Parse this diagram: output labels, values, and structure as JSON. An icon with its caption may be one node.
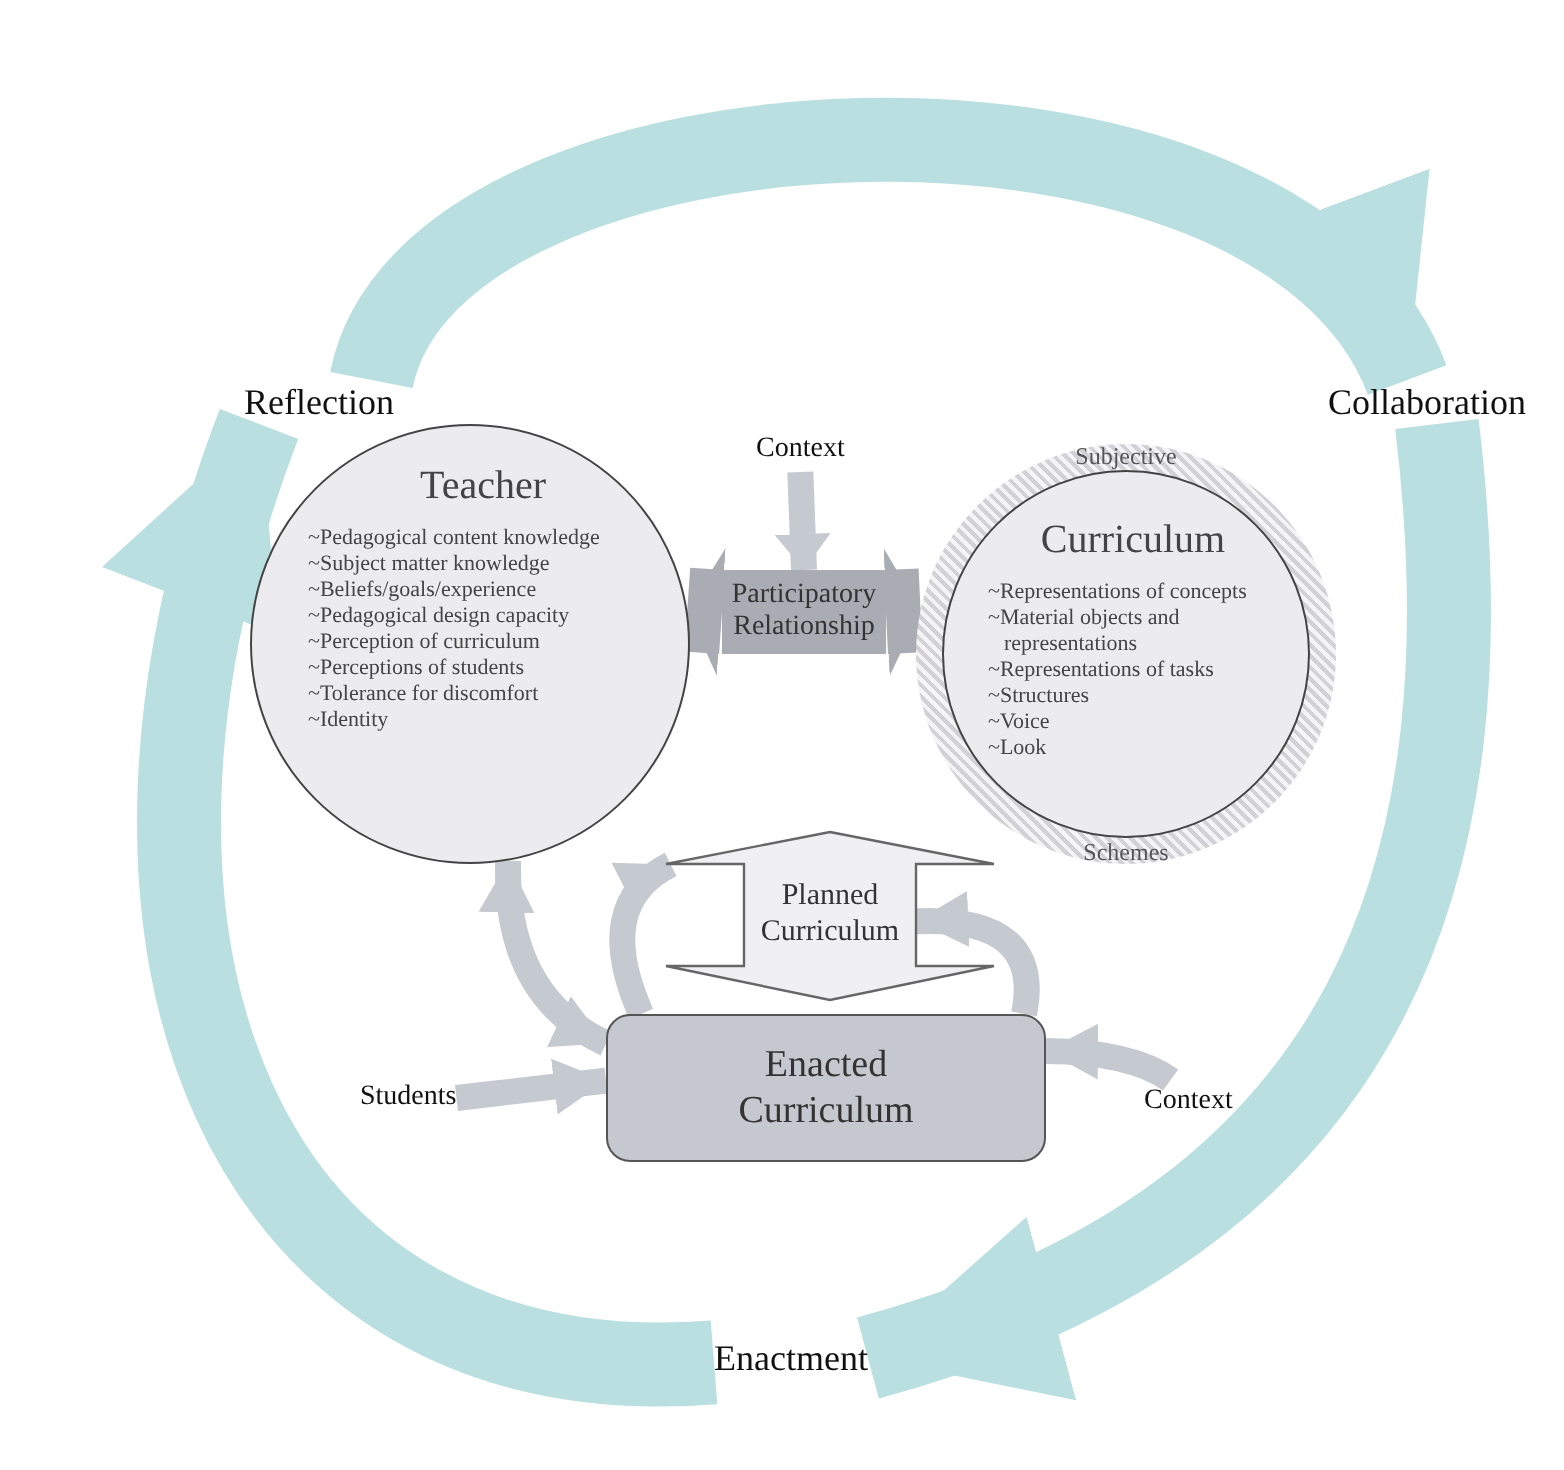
{
  "diagram": {
    "nodes": [
      {
        "text": [
          "Reflection"
        ]
      },
      {
        "text": [
          "Collaboration"
        ]
      },
      {
        "text": [
          "Enactment"
        ]
      },
      {
        "text": [
          "Teacher",
          "~Pedagogical content knowledge",
          "~Subject matter knowledge",
          "~Beliefs/goals/experience",
          "~Pedagogical design capacity",
          "~Perception of curriculum",
          "~Perceptions of students",
          "~Tolerance for discomfort",
          "~Identity"
        ]
      },
      {
        "text": [
          "Context"
        ]
      },
      {
        "text": [
          "Participatory Relationship"
        ]
      },
      {
        "text": [
          "Subjective",
          "Curriculum",
          "~Representations of concepts",
          "~Material objects and representations",
          "~Representations of tasks",
          "~Structures",
          "~Voice",
          "~Look",
          "Schemes"
        ]
      },
      {
        "text": [
          "Planned Curriculum"
        ]
      },
      {
        "text": [
          "Enacted Curriculum"
        ]
      },
      {
        "text": [
          "Students"
        ]
      },
      {
        "text": [
          "Context"
        ]
      }
    ],
    "edges": [
      {
        "from": 0,
        "to": 1,
        "arrow": "to",
        "style": "thick",
        "color": "#b9dfe0"
      },
      {
        "from": 1,
        "to": 2,
        "arrow": "to",
        "style": "thick",
        "color": "#b9dfe0"
      },
      {
        "from": 2,
        "to": 0,
        "arrow": "to",
        "style": "thick",
        "color": "#b9dfe0"
      },
      {
        "from": 4,
        "to": 5,
        "arrow": "to"
      },
      {
        "from": 5,
        "to": 3,
        "arrow": "to",
        "style": "thick",
        "color": "#a9acb2"
      },
      {
        "from": 5,
        "to": 6,
        "arrow": "to",
        "style": "thick",
        "color": "#a9acb2"
      },
      {
        "from": 3,
        "to": 8,
        "arrow": "both"
      },
      {
        "from": 8,
        "to": 7,
        "arrow": "to"
      },
      {
        "from": 8,
        "to": 7,
        "arrow": "to"
      },
      {
        "from": 9,
        "to": 8,
        "arrow": "to"
      },
      {
        "from": 10,
        "to": 8,
        "arrow": "to"
      }
    ]
  }
}
